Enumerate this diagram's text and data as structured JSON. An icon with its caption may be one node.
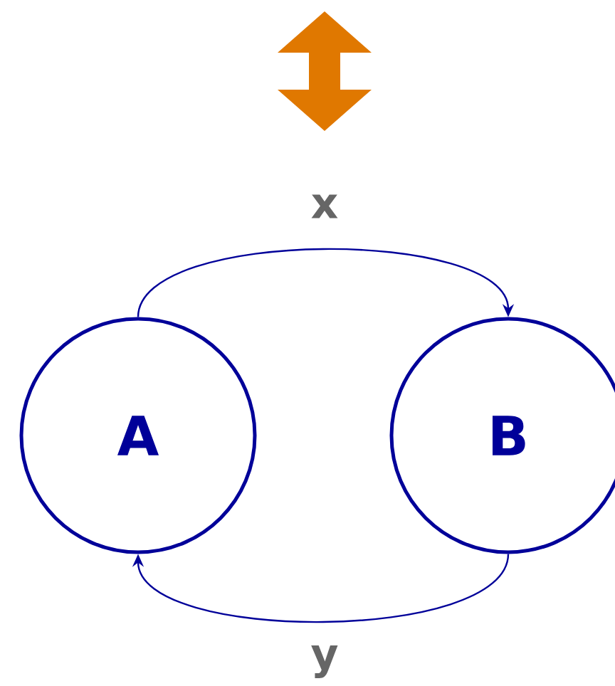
{
  "diagram": {
    "nodes": [
      {
        "text": [
          "A"
        ]
      },
      {
        "text": [
          "B"
        ]
      }
    ],
    "edges": [
      {
        "from": 0,
        "to": 1,
        "arrow": "to",
        "label": "x"
      },
      {
        "from": 1,
        "to": 0,
        "arrow": "to",
        "label": "y"
      }
    ]
  }
}
